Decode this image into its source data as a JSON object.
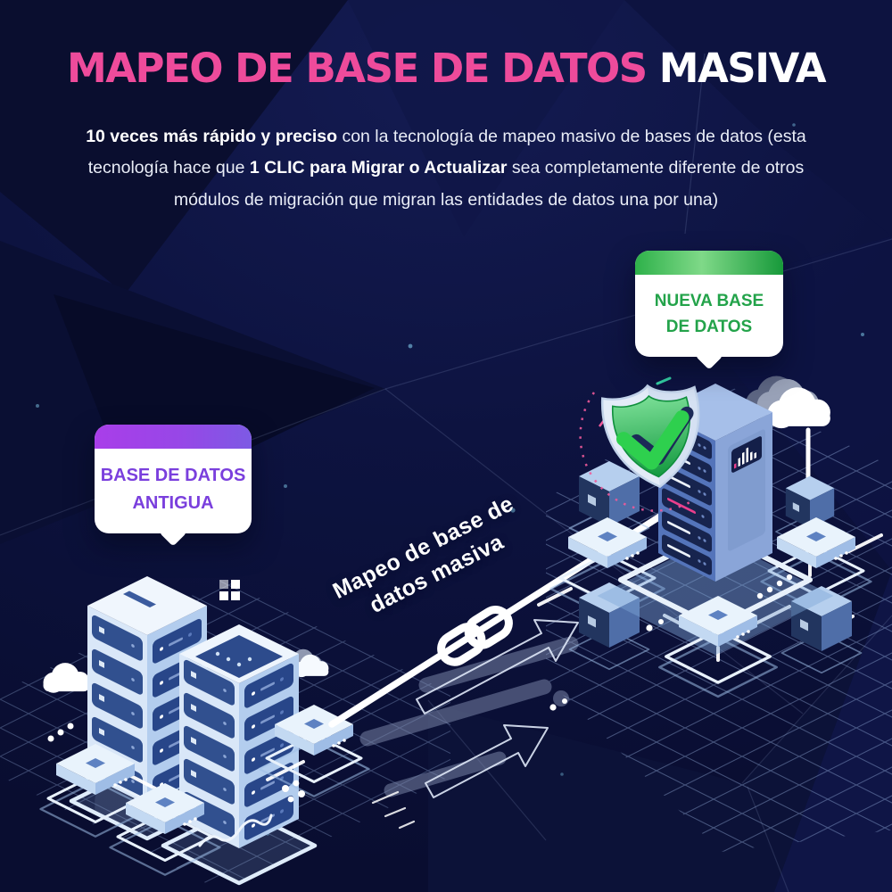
{
  "title": {
    "highlight": "MAPEO DE BASE DE DATOS",
    "rest": "MASIVA"
  },
  "subtitle": {
    "bold1": "10 veces más rápido y preciso",
    "text1": " con la tecnología de mapeo masivo de bases de datos (esta tecnología hace que ",
    "bold2": "1 CLIC para Migrar o Actualizar",
    "text2": " sea completamente diferente de otros módulos de migración que migran las entidades de datos una por una)"
  },
  "callouts": {
    "old_database": {
      "label": "BASE DE DATOS ANTIGUA",
      "accent_color": "#8a46e6"
    },
    "new_database": {
      "label": "NUEVA BASE DE DATOS",
      "accent_color": "#22a84c"
    }
  },
  "flow": {
    "line1": "Mapeo de base de",
    "line2": "datos masiva"
  },
  "icons": {
    "shield": "shield-check-icon",
    "link": "chain-link-icon",
    "cloud": "cloud-icon",
    "arrows": "up-right-arrows-icon",
    "old_servers": "isometric-server-towers",
    "new_server": "isometric-server-tower"
  },
  "colors": {
    "background": "#0b1037",
    "title_accent": "#ee4b9b",
    "title_rest": "#ffffff",
    "body_text": "#e9edf7",
    "old_accent": "#7a3fdd",
    "new_accent": "#23a34a",
    "check_green": "#2ed04e",
    "link_white": "#ffffff",
    "pink_detail": "#ea3f8d"
  }
}
